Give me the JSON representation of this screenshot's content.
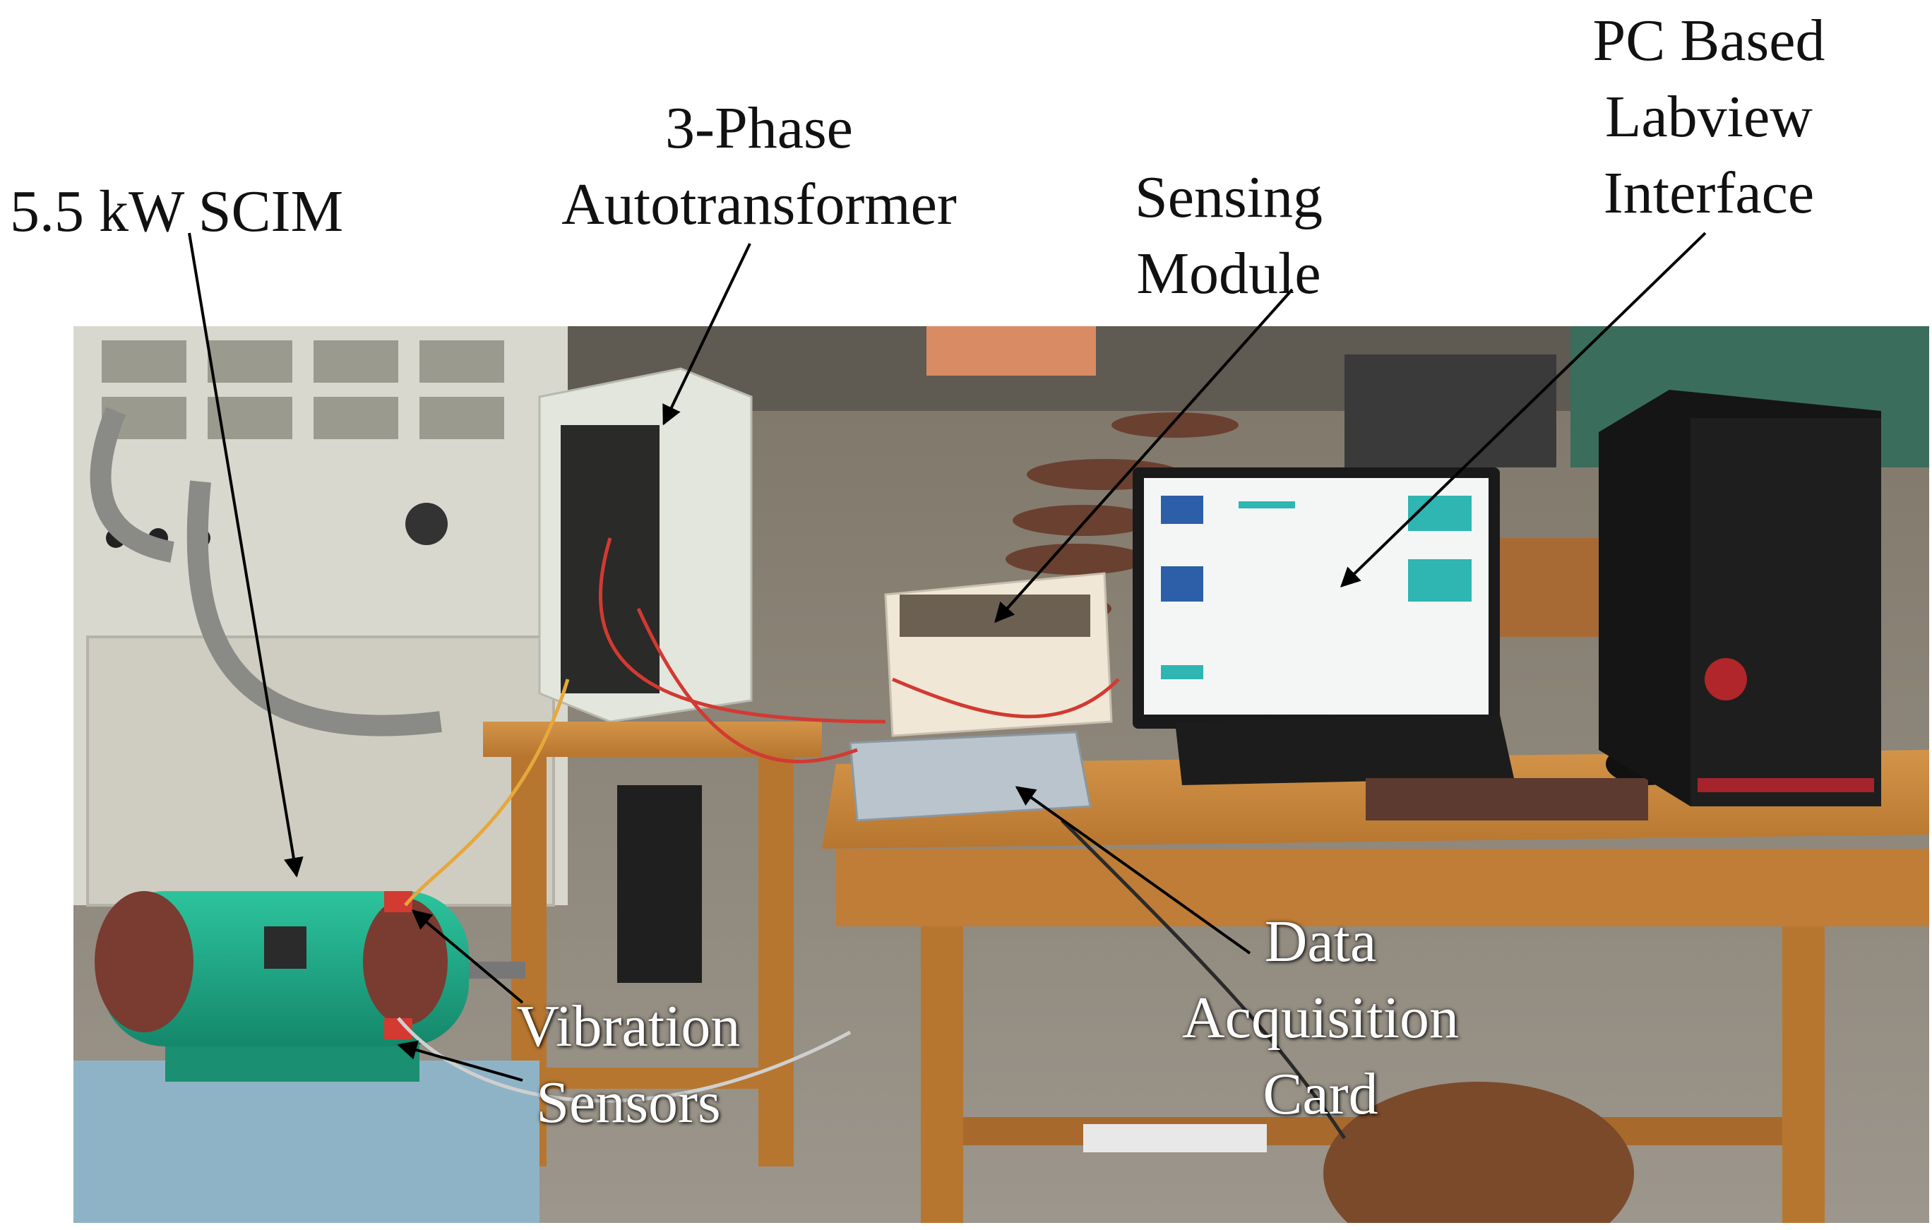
{
  "labels": {
    "motor": "5.5 kW SCIM",
    "autotransformer_line1": "3-Phase",
    "autotransformer_line2": "Autotransformer",
    "sensing_line1": "Sensing",
    "sensing_line2": "Module",
    "pc_line1": "PC Based",
    "pc_line2": "Labview",
    "pc_line3": "Interface",
    "daq_line1": "Data",
    "daq_line2": "Acquisition",
    "daq_line3": "Card",
    "vib_line1": "Vibration",
    "vib_line2": "Sensors"
  },
  "colors": {
    "motor_green": "#1fae8a",
    "floor": "#8d8578",
    "table_wood": "#c98a3e",
    "panel_grey": "#d9d8cf",
    "pc_black": "#151515",
    "screen_white": "#f4f6f6",
    "screen_teal": "#2fb5b2",
    "screen_blue": "#2c5fa8",
    "wire_red": "#d23a32"
  }
}
